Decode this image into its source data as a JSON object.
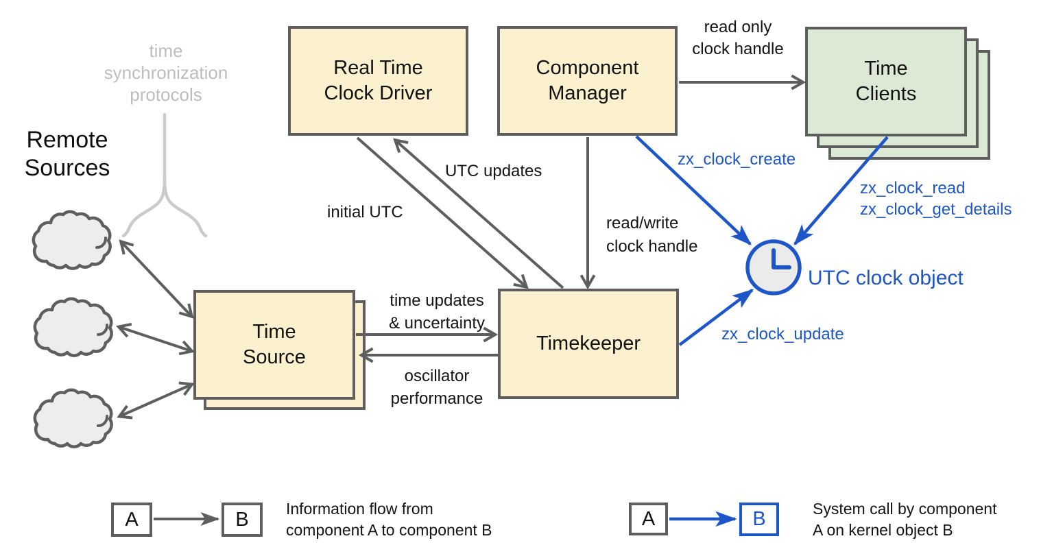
{
  "colors": {
    "box_yellow": "#FBF1CE",
    "box_green": "#DCE9D4",
    "border_gray": "#5E5E5E",
    "blue": "#1D56C9",
    "muted_gray": "#BDBDBD",
    "cloud_fill": "#EDEDED"
  },
  "nodes": {
    "remote_sources": {
      "line1": "Remote",
      "line2": "Sources"
    },
    "protocols_note": {
      "line1": "time",
      "line2": "synchronization",
      "line3": "protocols"
    },
    "rtc_driver": {
      "line1": "Real Time",
      "line2": "Clock Driver"
    },
    "component_manager": {
      "line1": "Component",
      "line2": "Manager"
    },
    "time_clients": {
      "line1": "Time",
      "line2": "Clients"
    },
    "time_source": {
      "line1": "Time",
      "line2": "Source"
    },
    "timekeeper": {
      "label": "Timekeeper"
    },
    "utc_clock_object": {
      "label": "UTC clock object"
    }
  },
  "edges": {
    "read_only": {
      "line1": "read only",
      "line2": "clock handle"
    },
    "utc_updates": {
      "label": "UTC updates"
    },
    "initial_utc": {
      "label": "initial UTC"
    },
    "read_write": {
      "line1": "read/write",
      "line2": "clock handle"
    },
    "zx_clock_create": {
      "label": "zx_clock_create"
    },
    "zx_clock_read": {
      "label": "zx_clock_read"
    },
    "zx_clock_get_details": {
      "label": "zx_clock_get_details"
    },
    "zx_clock_update": {
      "label": "zx_clock_update"
    },
    "time_updates": {
      "line1": "time updates",
      "line2": "& uncertainty"
    },
    "oscillator": {
      "line1": "oscillator",
      "line2": "performance"
    }
  },
  "legend": {
    "info_flow": {
      "a": "A",
      "b": "B",
      "line1": "Information flow from",
      "line2": "component A to component B"
    },
    "syscall": {
      "a": "A",
      "b": "B",
      "line1": "System call by component",
      "line2": "A on kernel object B"
    }
  }
}
